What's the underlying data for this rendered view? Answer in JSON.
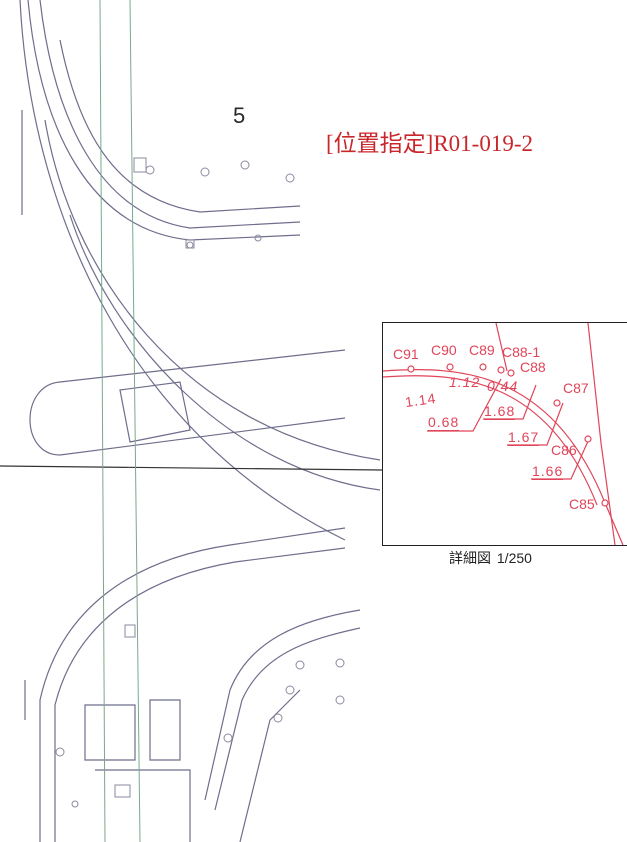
{
  "sheet_number": "5",
  "designation_label": "[位置指定]R01-019-2",
  "detail": {
    "caption": "詳細図",
    "scale": "1/250",
    "points": [
      "C91",
      "C90",
      "C89",
      "C88-1",
      "C88",
      "C87",
      "C86",
      "C85"
    ],
    "distances": [
      "1.14",
      "1.12",
      "0.44",
      "0.68",
      "1.68",
      "1.67",
      "1.66"
    ]
  },
  "colors": {
    "map_line": "#6e6e8c",
    "annotation": "#e0455a",
    "designation": "#c8282c",
    "route_line": "#7aa88c"
  }
}
